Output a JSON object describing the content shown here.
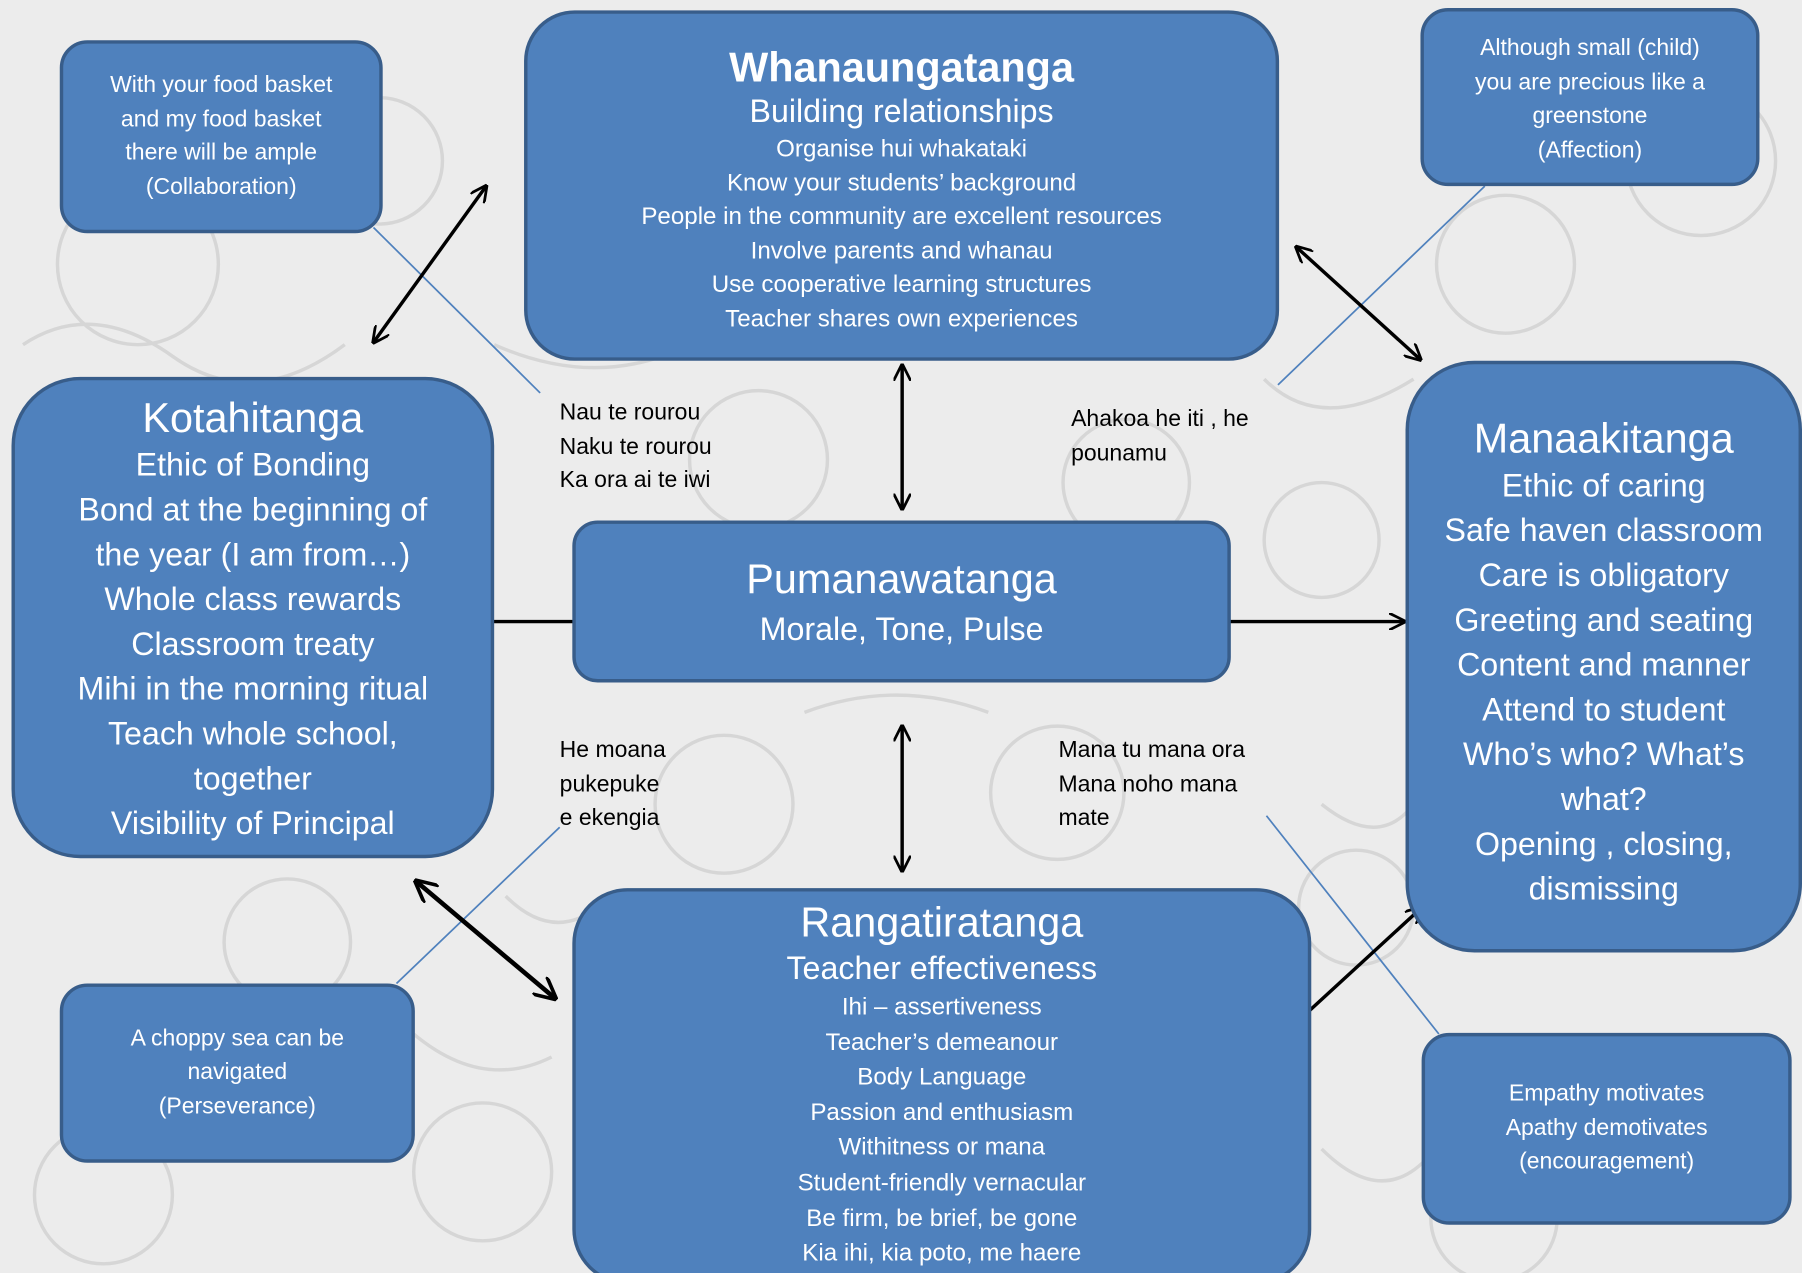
{
  "colors": {
    "box_fill": "#4f81bd",
    "box_border": "#385d8a",
    "box_text": "#ffffff",
    "arrow": "#000000",
    "connector_line": "#4f81bd",
    "background": "#ececec"
  },
  "central": {
    "title": "Pumanawatanga",
    "subtitle": "Morale, Tone, Pulse"
  },
  "whanaungatanga": {
    "title": "Whanaungatanga",
    "subtitle": "Building relationships",
    "items": [
      "Organise hui whakataki",
      "Know your students’ background",
      "People in the community are excellent resources",
      "Involve parents and whanau",
      "Use cooperative learning structures",
      "Teacher shares own experiences"
    ]
  },
  "kotahitanga": {
    "title": "Kotahitanga",
    "subtitle": "Ethic of Bonding",
    "items": [
      "Bond at the beginning of",
      "the year (I am from…)",
      "Whole class rewards",
      "Classroom treaty",
      "Mihi in the morning ritual",
      "Teach whole school,",
      "together",
      "Visibility of Principal"
    ]
  },
  "manaakitanga": {
    "title": "Manaakitanga",
    "subtitle": "Ethic of caring",
    "items": [
      "Safe haven classroom",
      "Care is obligatory",
      "Greeting and seating",
      "Content and manner",
      "Attend to student",
      "Who’s who? What’s",
      "what?",
      "Opening , closing,",
      "dismissing"
    ]
  },
  "rangatiratanga": {
    "title": "Rangatiratanga",
    "subtitle": "Teacher effectiveness",
    "items": [
      "Ihi – assertiveness",
      "Teacher’s demeanour",
      "Body Language",
      "Passion and enthusiasm",
      "Withitness or mana",
      "Student-friendly vernacular",
      "Be firm, be brief, be gone",
      "Kia ihi, kia poto, me haere"
    ]
  },
  "proverbs": {
    "collaboration": [
      "With your food basket",
      "and my food basket",
      "there will be ample",
      "(Collaboration)"
    ],
    "affection": [
      "Although small (child)",
      "you are precious like a",
      "greenstone",
      "(Affection)"
    ],
    "perseverance": [
      "A choppy sea can be",
      "navigated",
      "(Perseverance)"
    ],
    "encouragement": [
      "Empathy motivates",
      "Apathy demotivates",
      "(encouragement)"
    ]
  },
  "maori_quotes": {
    "nau_te_rourou": [
      "Nau te rourou",
      "Naku te rourou",
      "Ka ora ai te iwi"
    ],
    "ahakoa": [
      "Ahakoa he iti , he",
      "pounamu"
    ],
    "he_moana": [
      "He moana",
      "pukepuke",
      "e ekengia"
    ],
    "mana_tu": [
      "Mana tu mana ora",
      "Mana noho mana",
      "mate"
    ]
  }
}
